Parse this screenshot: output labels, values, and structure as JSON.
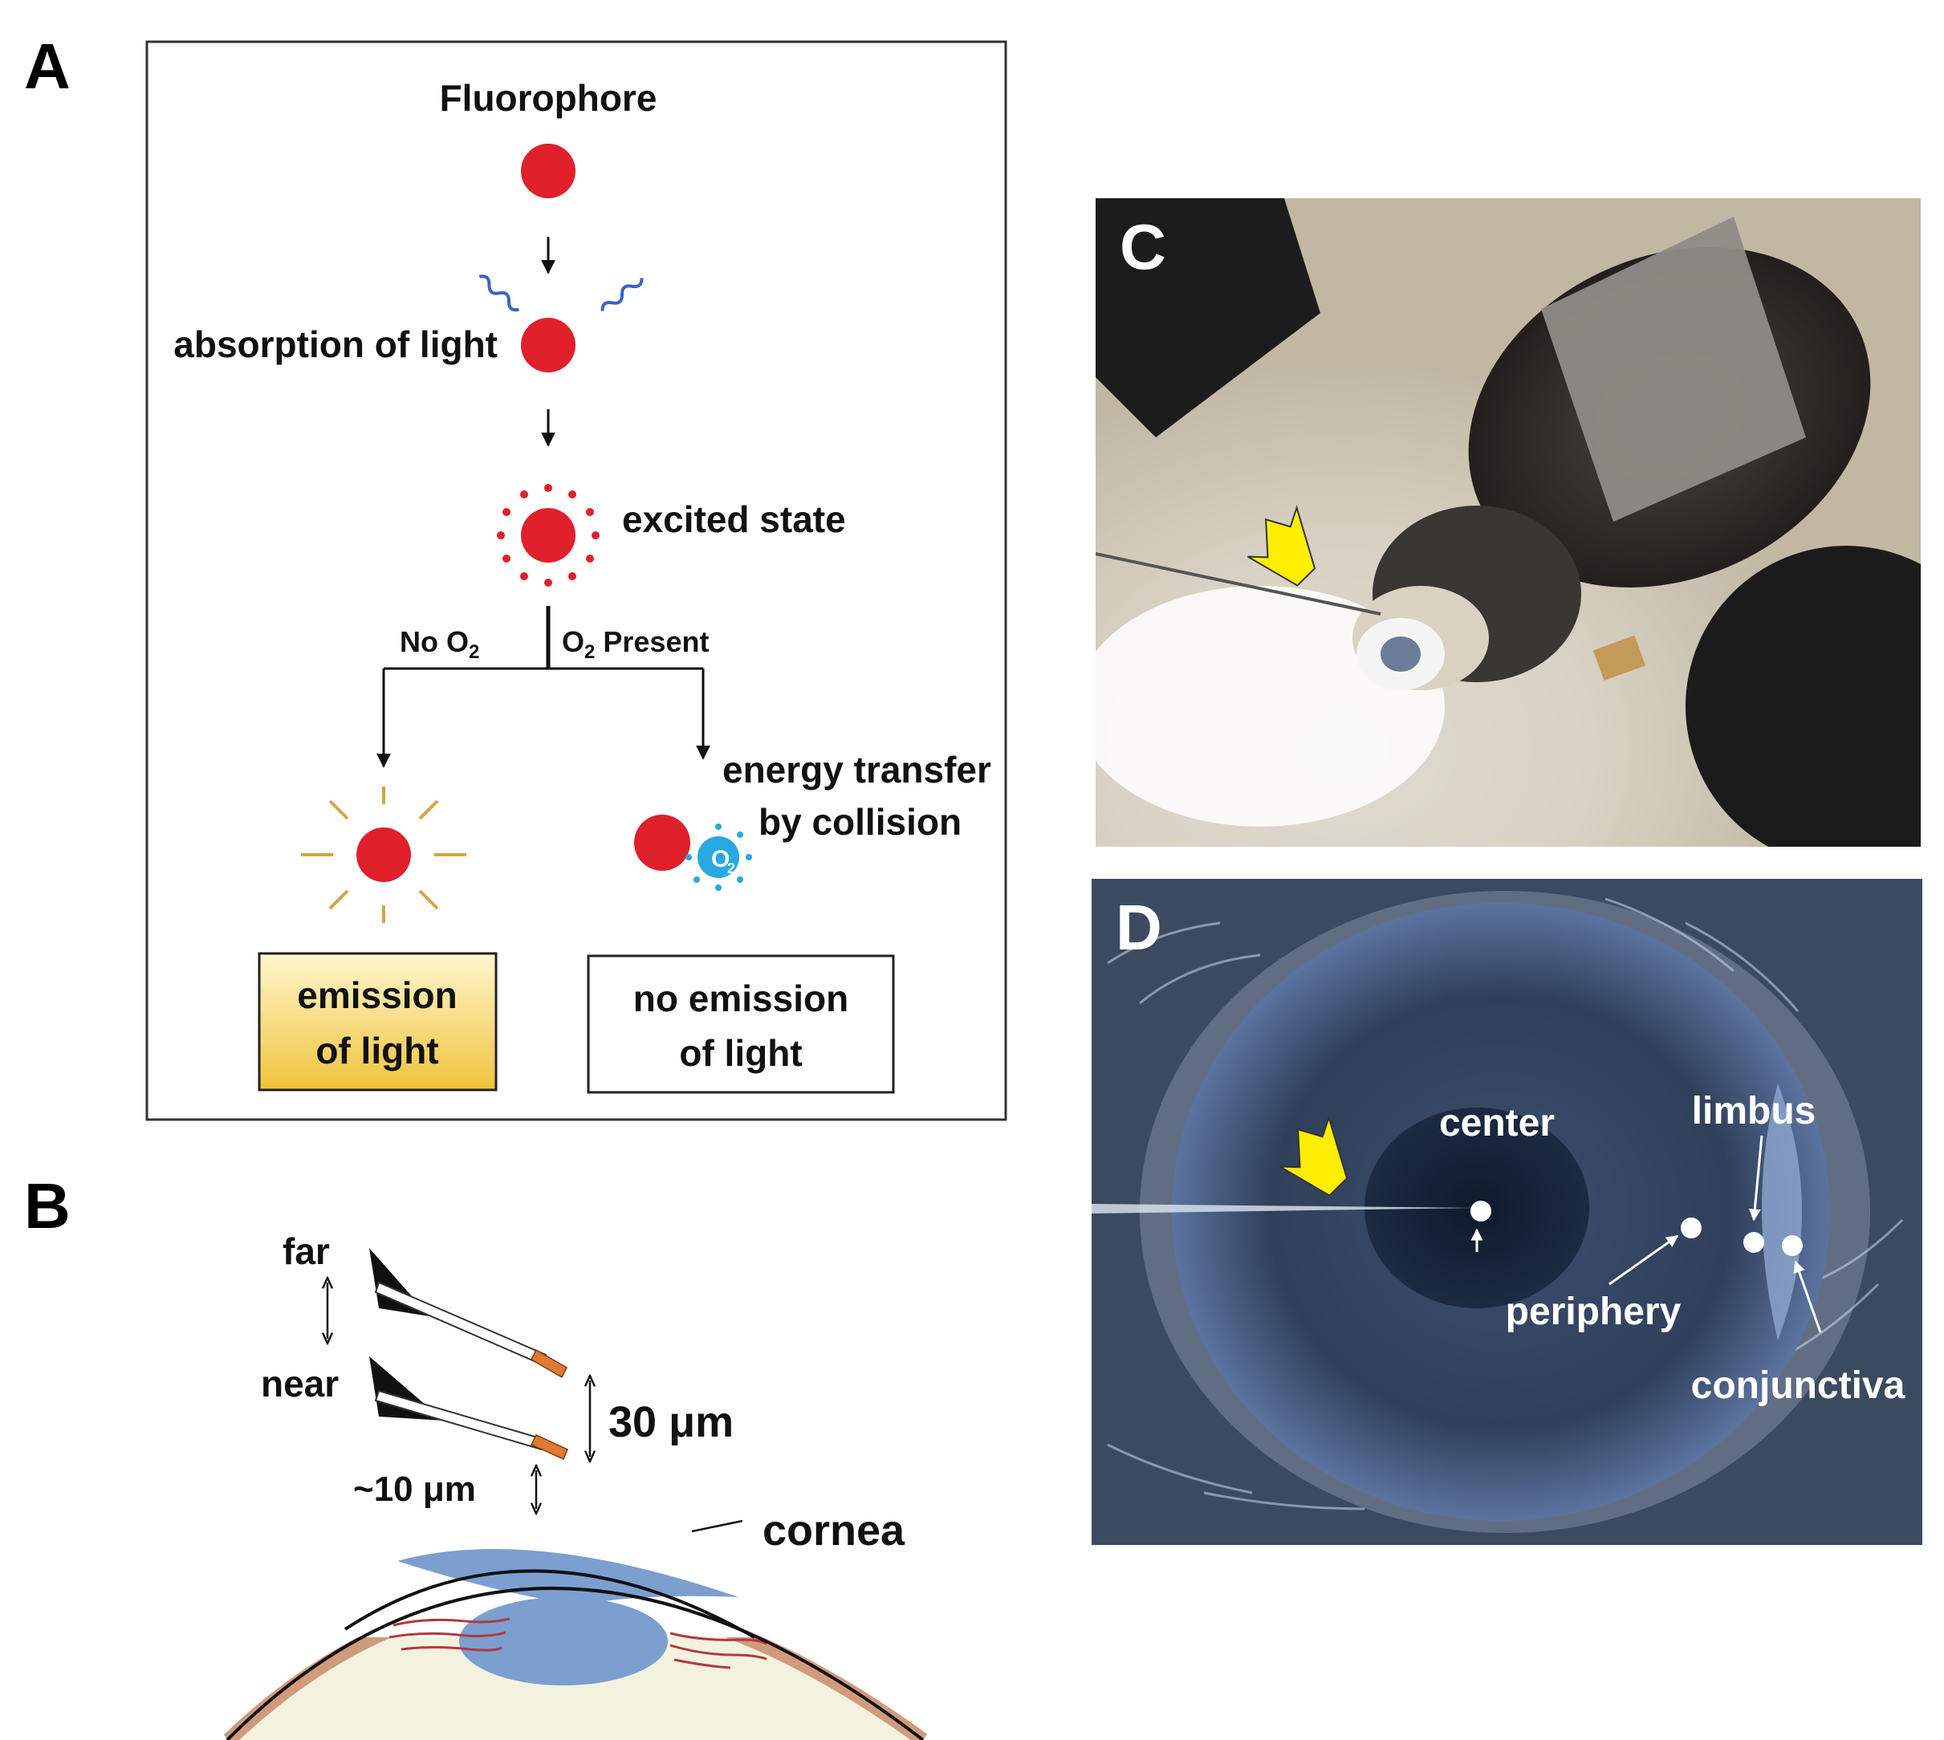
{
  "panels": {
    "a": {
      "letter": "A"
    },
    "b": {
      "letter": "B"
    },
    "c": {
      "letter": "C"
    },
    "d": {
      "letter": "D"
    }
  },
  "mechanism": {
    "fluorophore": "Fluorophore",
    "absorption": "absorption of light",
    "excited": "excited state",
    "no_o2_prefix": "No O",
    "no_o2_sub": "2",
    "o2_present_prefix": "O",
    "o2_present_sub": "2",
    "o2_present_suffix": " Present",
    "energy_transfer_1": "energy transfer",
    "energy_transfer_2": "by collision",
    "o2_molecule": "O",
    "o2_molecule_sub": "2",
    "emission_1": "emission",
    "emission_2": "of light",
    "no_emission_1": "no emission",
    "no_emission_2": "of light"
  },
  "probe_diagram": {
    "far": "far",
    "near": "near",
    "step": "30 μm",
    "gap": "~10 μm",
    "cornea": "cornea"
  },
  "eye_photo": {
    "center": "center",
    "limbus": "limbus",
    "periphery": "periphery",
    "conjunctiva": "conjunctiva"
  },
  "colors": {
    "fluorophore": "#e0202a",
    "oxygen": "#27a9e1",
    "emission_box": "#f2c94c",
    "arrow_yellow": "#ffee00",
    "eye_blue": "#7c9fcf",
    "vessel": "#b4383e",
    "sclera": "#d19a7c"
  }
}
